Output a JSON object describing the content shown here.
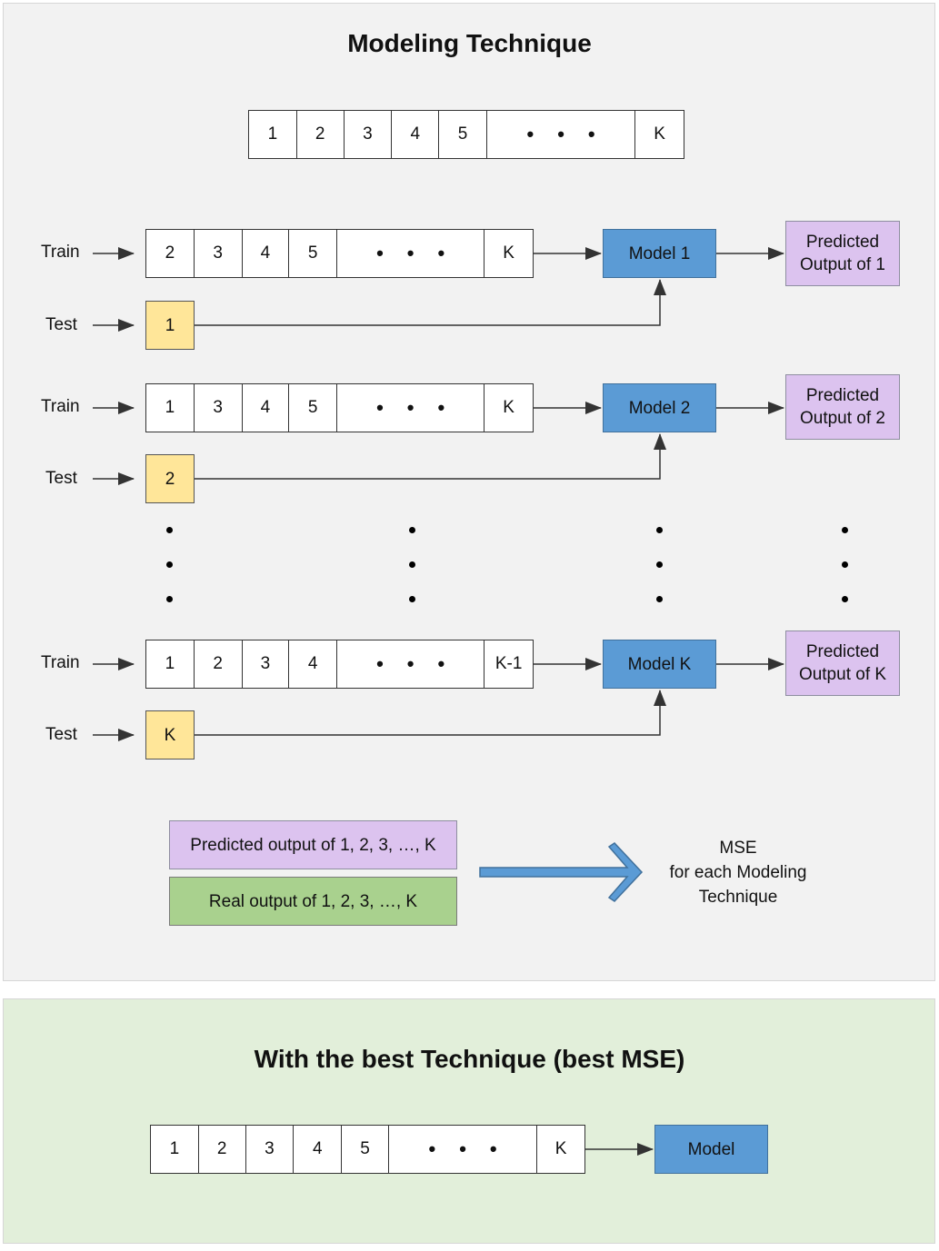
{
  "top": {
    "title": "Modeling Technique",
    "folds": [
      "1",
      "2",
      "3",
      "4",
      "5",
      "K"
    ],
    "rows": [
      {
        "train_label": "Train",
        "test_label": "Test",
        "train_folds": [
          "2",
          "3",
          "4",
          "5",
          "K"
        ],
        "test_fold": "1",
        "model": "Model 1",
        "pred": [
          "Predicted",
          "Output of 1"
        ]
      },
      {
        "train_label": "Train",
        "test_label": "Test",
        "train_folds": [
          "1",
          "3",
          "4",
          "5",
          "K"
        ],
        "test_fold": "2",
        "model": "Model 2",
        "pred": [
          "Predicted",
          "Output of 2"
        ]
      },
      {
        "train_label": "Train",
        "test_label": "Test",
        "train_folds": [
          "1",
          "2",
          "3",
          "4",
          "K-1"
        ],
        "test_fold": "K",
        "model": "Model K",
        "pred": [
          "Predicted",
          "Output of K"
        ]
      }
    ],
    "predicted_all": "Predicted output of 1, 2, 3, …, K",
    "real_all": "Real output of 1, 2, 3, …, K",
    "mse": [
      "MSE",
      "for each Modeling",
      "Technique"
    ]
  },
  "bottom": {
    "title": "With the best Technique (best MSE)",
    "folds": [
      "1",
      "2",
      "3",
      "4",
      "5",
      "K"
    ],
    "model": "Model"
  },
  "colors": {
    "model": "#5b9bd5",
    "predicted": "#dcc3ef",
    "test": "#ffe699",
    "real": "#a9d18e",
    "bottom_panel": "#e2efda"
  }
}
